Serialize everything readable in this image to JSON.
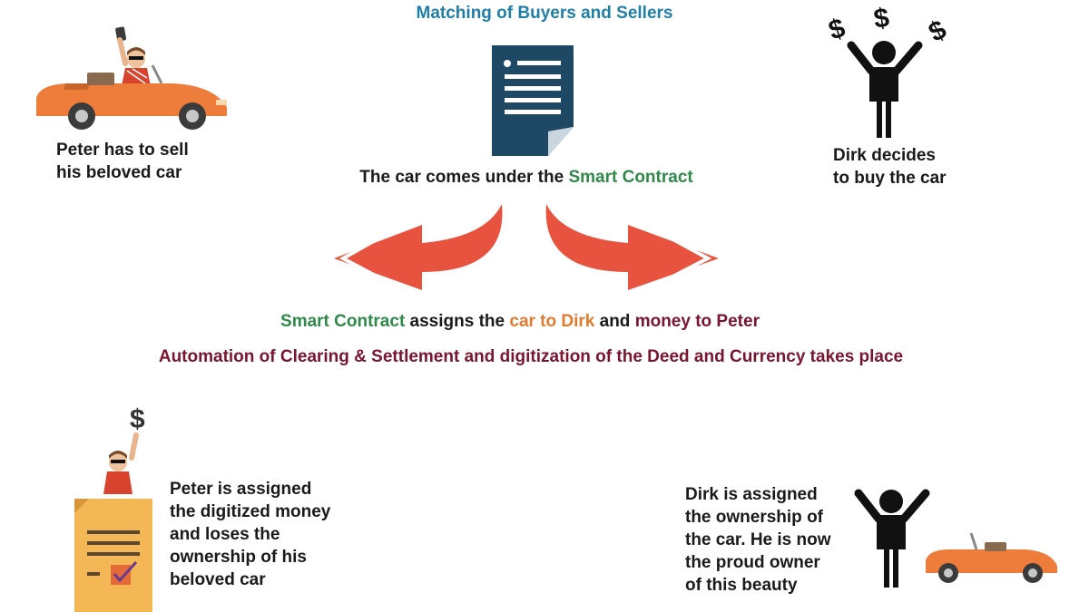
{
  "title": "Matching of Buyers and Sellers",
  "peter_sell": {
    "line1": "Peter has to sell",
    "line2": "his beloved car"
  },
  "dirk_buy": {
    "line1": "Dirk decides",
    "line2": "to buy the car"
  },
  "contract_caption": {
    "prefix": "The car comes under the ",
    "highlight": "Smart Contract"
  },
  "assign_line": {
    "part1": "Smart Contract",
    "part2": " assigns the ",
    "part3": "car to Dirk",
    "part4": " and ",
    "part5": "money to Peter"
  },
  "automation_line": "Automation of Clearing & Settlement and digitization of the Deed and Currency takes place",
  "peter_assigned": {
    "lines": [
      "Peter is assigned",
      "the digitized money",
      "and loses the",
      "ownership of his",
      "beloved car"
    ]
  },
  "dirk_assigned": {
    "lines": [
      "Dirk is assigned",
      "the ownership of",
      "the car. He is now",
      "the proud owner",
      "of this beauty"
    ]
  },
  "dollar_glyph": "$",
  "icons": [
    "car-icon",
    "person-icon",
    "dollar-icon",
    "document-icon",
    "curved-arrow-icon",
    "certificate-icon"
  ],
  "colors": {
    "title": "#1f7fa6",
    "green": "#2f8a4a",
    "orange": "#e07a2c",
    "maroon": "#7a1530",
    "arrow": "#e8533f",
    "document": "#1e4864",
    "car": "#ee7d3c",
    "certificate": "#f3b756"
  }
}
